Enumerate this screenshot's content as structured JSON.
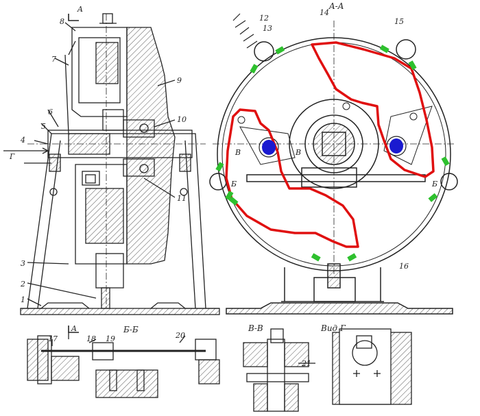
{
  "section_titles": {
    "aa": "A-A",
    "bb": "Б-Б",
    "vv": "В-В",
    "vid_g": "Вид Г"
  },
  "markers": {
    "a_top": "A",
    "a_bottom": "A",
    "g_arrow": "Г",
    "b_left": "Б",
    "b_right": "Б",
    "v_left": "В",
    "v_right": "В"
  },
  "numbers": {
    "n1": "1",
    "n2": "2",
    "n3": "3",
    "n4": "4",
    "n5": "5",
    "n6": "6",
    "n7": "7",
    "n8": "8",
    "n9": "9",
    "n10": "10",
    "n11": "11",
    "n12": "12",
    "n13": "13",
    "n14": "14",
    "n15": "15",
    "n16": "16",
    "n17": "17",
    "n18": "18",
    "n19": "19",
    "n20": "20",
    "n21": "21"
  },
  "colors": {
    "line": "#222222",
    "hatch": "#555555",
    "highlight_red": "#e01010",
    "highlight_green": "#2ec02e",
    "highlight_blue": "#1a1ad0"
  }
}
